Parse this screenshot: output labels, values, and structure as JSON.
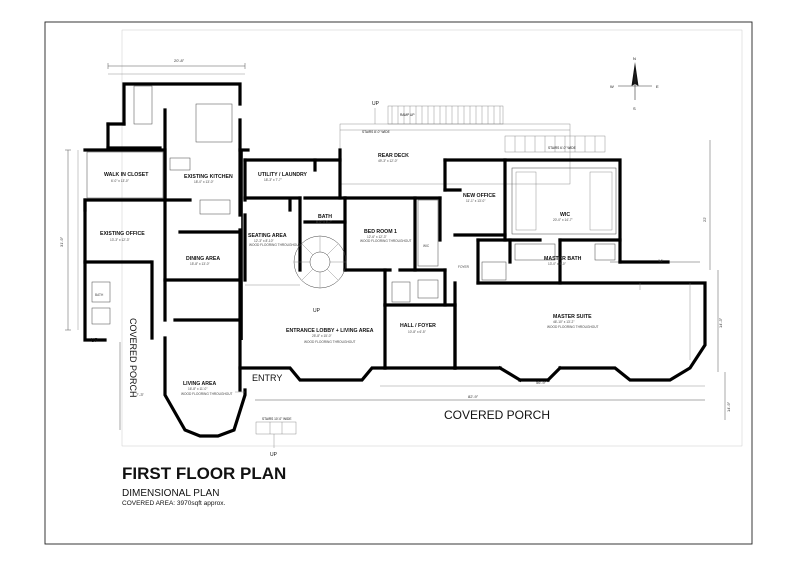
{
  "title": {
    "main": "FIRST FLOOR PLAN",
    "subtitle": "DIMENSIONAL PLAN",
    "area_note": "COVERED AREA: 3970sqft approx."
  },
  "compass": {
    "n": "N",
    "e": "E",
    "s": "S",
    "w": "W"
  },
  "rooms": {
    "walk_in_closet": {
      "name": "WALK IN CLOSET",
      "size": "6'-0\" x 13'-0\""
    },
    "existing_kitchen": {
      "name": "EXISTING KITCHEN",
      "size": "18'-0\" x 13'-0\""
    },
    "existing_office": {
      "name": "EXISTING  OFFICE",
      "size": "13'-3\" x 12'-3\""
    },
    "utility_laundry": {
      "name": "UTILITY / LAUNDRY",
      "size": "18'-3\" x 7'-7\""
    },
    "bath": {
      "name": "BATH",
      "size": "8'-0\" x 5'-7\""
    },
    "bed_room_1": {
      "name": "BED ROOM 1",
      "size": "12'-6\" x 12'-3\"",
      "note": "WOOD FLOORING THROUGHOUT"
    },
    "seating_area": {
      "name": "SEATING AREA",
      "size": "12'-3\" x 8'-10\"",
      "note": "WOOD FLOORING THROUGHOUT"
    },
    "rear_deck": {
      "name": "REAR DECK",
      "size": "49'-3\" x 12'-0\""
    },
    "new_office": {
      "name": "NEW OFFICE",
      "size": "11'-1\" x 13'-0\""
    },
    "wic": {
      "name": "WIC",
      "size": "20'-0\" x 14'-7\""
    },
    "master_bath": {
      "name": "MASTER BATH",
      "size": "13'-0\" x 8'-0\""
    },
    "dining_area": {
      "name": "DINING AREA",
      "size": "15'-8\" x 13'-0\""
    },
    "entrance_lobby": {
      "name": "ENTRANCE LOBBY + LIVING AREA",
      "size": "25'-8\" x 15'-0\"",
      "note": "WOOD FLOORING THROUGHOUT"
    },
    "hall_foyer": {
      "name": "HALL / FOYER",
      "size": "10'-8\" x 6'-5\""
    },
    "master_suite": {
      "name": "MASTER SUITE",
      "size": "46'-10\" x 13'-2\"",
      "note": "WOOD FLOORING THROUGHOUT"
    },
    "living_area": {
      "name": "LIVING AREA",
      "size": "16'-8\" x 11'-0\"",
      "note": "WOOD FLOORING THROUGHOUT"
    },
    "bath_small": {
      "name": "BATH"
    },
    "foyer": {
      "name": "FOYER"
    },
    "wic_small": {
      "name": "WIC"
    }
  },
  "labels": {
    "covered_porch_main": "COVERED PORCH",
    "covered_porch_side": "COVERED PORCH",
    "entry": "ENTRY",
    "up_top": "UP",
    "up_left": "UP",
    "up_bottom": "UP",
    "up_stairs": "UP",
    "stairs_top": "STAIRS 8'-0\" WIDE",
    "stairs_right": "STAIRS 6'-0\" WIDE",
    "stairs_bottom": "STAIRS 10'-0\" WIDE",
    "ramp_up": "RAMP UP"
  },
  "dimensions": {
    "top_width": "20'-8\"",
    "left_depth": "31'-9\"",
    "right_offset": "14'",
    "right_depth": "22'",
    "right_porch": "14'-3\"",
    "porch_depth": "14'-9\"",
    "porch_side": "7'-3\"",
    "overall_width": "82'-9\"",
    "suite_width": "56'-9\""
  }
}
